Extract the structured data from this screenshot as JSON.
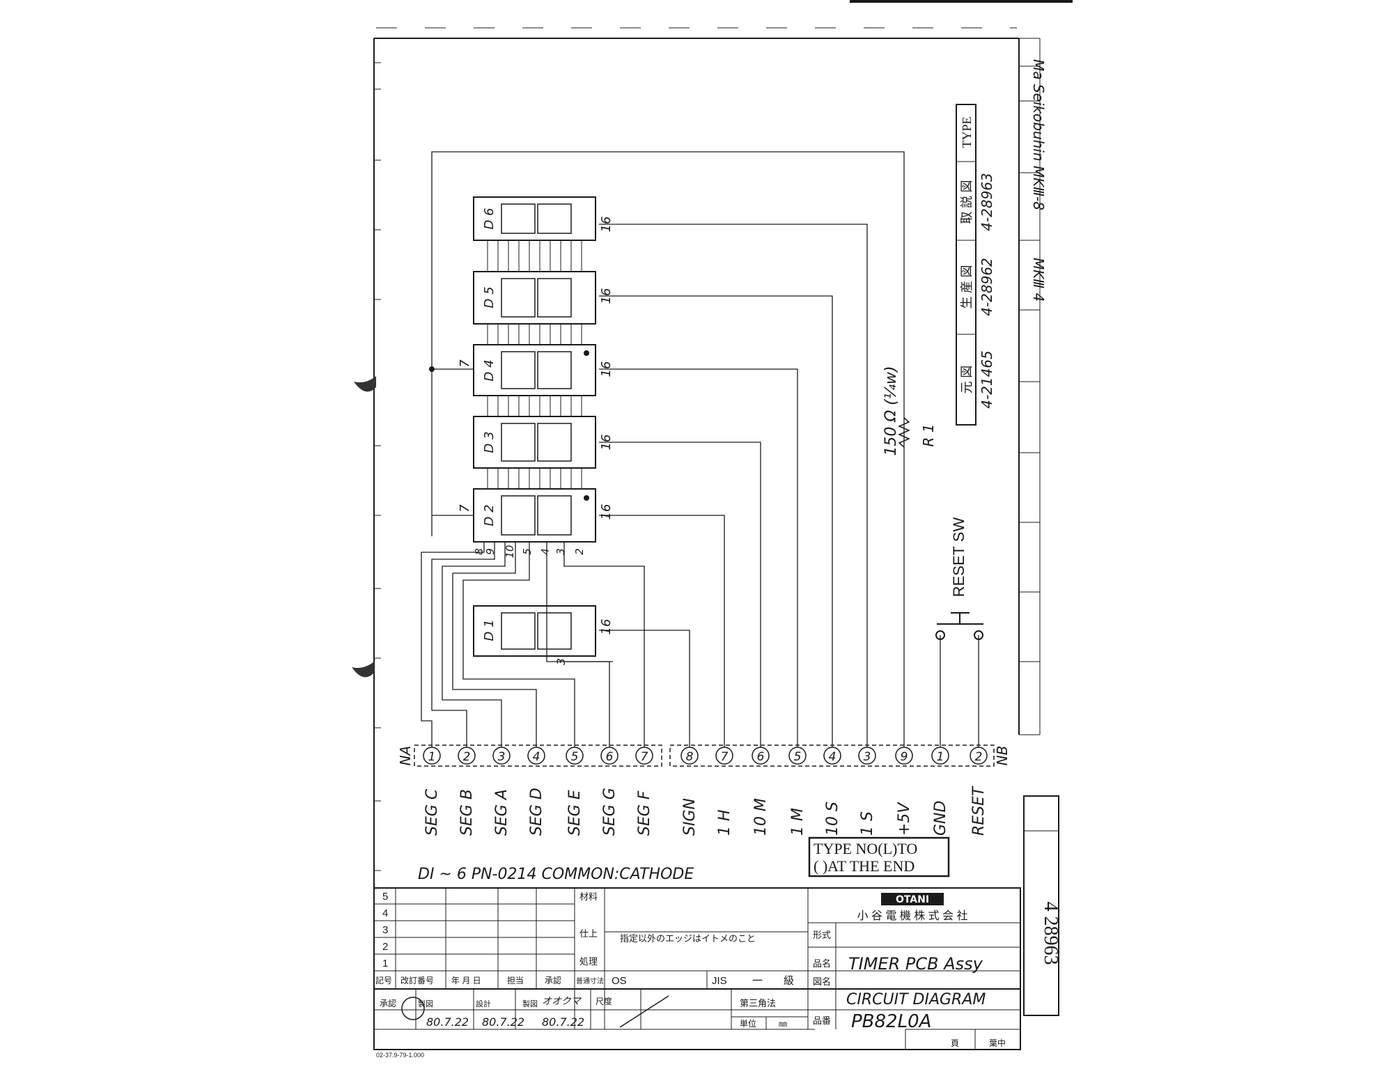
{
  "top_notes": {
    "page_spec": "DI ~ 6    PN-0214    COMMON:CATHODE",
    "type_note_line1": "TYPE NO(L)TO",
    "type_note_line2": "(   )AT THE END"
  },
  "displays": [
    {
      "id": "D6",
      "label": "D 6",
      "pin16": "16"
    },
    {
      "id": "D5",
      "label": "D 5",
      "pin16": "16"
    },
    {
      "id": "D4",
      "label": "D 4",
      "pin16": "16",
      "pin7": "7"
    },
    {
      "id": "D3",
      "label": "D 3",
      "pin16": "16"
    },
    {
      "id": "D2",
      "label": "D 2",
      "pin16": "16",
      "pin7": "7"
    },
    {
      "id": "D1",
      "label": "D 1",
      "pin16": "16",
      "pin3": "3"
    }
  ],
  "d2_bottom_pins": [
    "8",
    "9",
    "10",
    "5",
    "4",
    "3",
    "2"
  ],
  "resistor": {
    "value": "150 Ω (¼w)",
    "ref": "R 1"
  },
  "reset_switch_label": "RESET SW",
  "connector_na": {
    "label": "NA",
    "pins": [
      {
        "num": "1",
        "signal": "SEG C"
      },
      {
        "num": "2",
        "signal": "SEG B"
      },
      {
        "num": "3",
        "signal": "SEG A"
      },
      {
        "num": "4",
        "signal": "SEG D"
      },
      {
        "num": "5",
        "signal": "SEG E"
      },
      {
        "num": "6",
        "signal": "SEG G"
      },
      {
        "num": "7",
        "signal": "SEG F"
      }
    ]
  },
  "connector_nb": {
    "label": "NB",
    "pins": [
      {
        "num": "8",
        "signal": "SIGN"
      },
      {
        "num": "7",
        "signal": "1 H"
      },
      {
        "num": "6",
        "signal": "10 M"
      },
      {
        "num": "5",
        "signal": "1 M"
      },
      {
        "num": "4",
        "signal": "10 S"
      },
      {
        "num": "3",
        "signal": "1 S"
      },
      {
        "num": "9",
        "signal": "+5V"
      },
      {
        "num": "1",
        "signal": "GND"
      },
      {
        "num": "2",
        "signal": "RESET"
      }
    ]
  },
  "type_table": {
    "header": [
      "元 図",
      "生 産 図",
      "取 説 図",
      "TYPE"
    ],
    "values": [
      "4-21465",
      "4-28962",
      "4-28963"
    ],
    "type_notes": [
      "Ma Seikobuhin MKⅢ-8",
      "MKⅢ 4"
    ]
  },
  "side_drawing_number": "4  28963",
  "title_block": {
    "company_logo": "OTANI",
    "company_name": "小 谷 電 機 株 式 会 社",
    "revision_rows": [
      "5",
      "4",
      "3",
      "2",
      "1"
    ],
    "revision_header": [
      "記号",
      "改訂番号",
      "年 月 日",
      "担当",
      "承認"
    ],
    "material_label": "材料",
    "finish_label": "仕上",
    "finish_value": "指定以外のエッジはイトメのこと",
    "treatment_label": "処理",
    "tolerance_label": "普通寸法",
    "tolerance_value": "OS",
    "jis_label": "JIS",
    "jis_grade": "一　　級",
    "form_label": "形式",
    "product_label": "品名",
    "product_value": "TIMER PCB Assy",
    "drawing_label": "図名",
    "drawing_value": "CIRCUIT DIAGRAM",
    "part_label": "品番",
    "part_value": "PB82L0A",
    "approval_label": "承認",
    "drafter_label": "製図",
    "design_label": "設計",
    "draw_label": "製図",
    "date1": "80.7.22",
    "date2": "80.7.22",
    "date3": "80.7.22",
    "drafter_name": "オオクマ",
    "scale_label": "尺度",
    "projection": "第三角法",
    "unit_label": "単位",
    "unit_value": "㎜",
    "page_label": "頁",
    "page_sheet": "葉中",
    "form_number": "02-37.9-79-1.000"
  }
}
